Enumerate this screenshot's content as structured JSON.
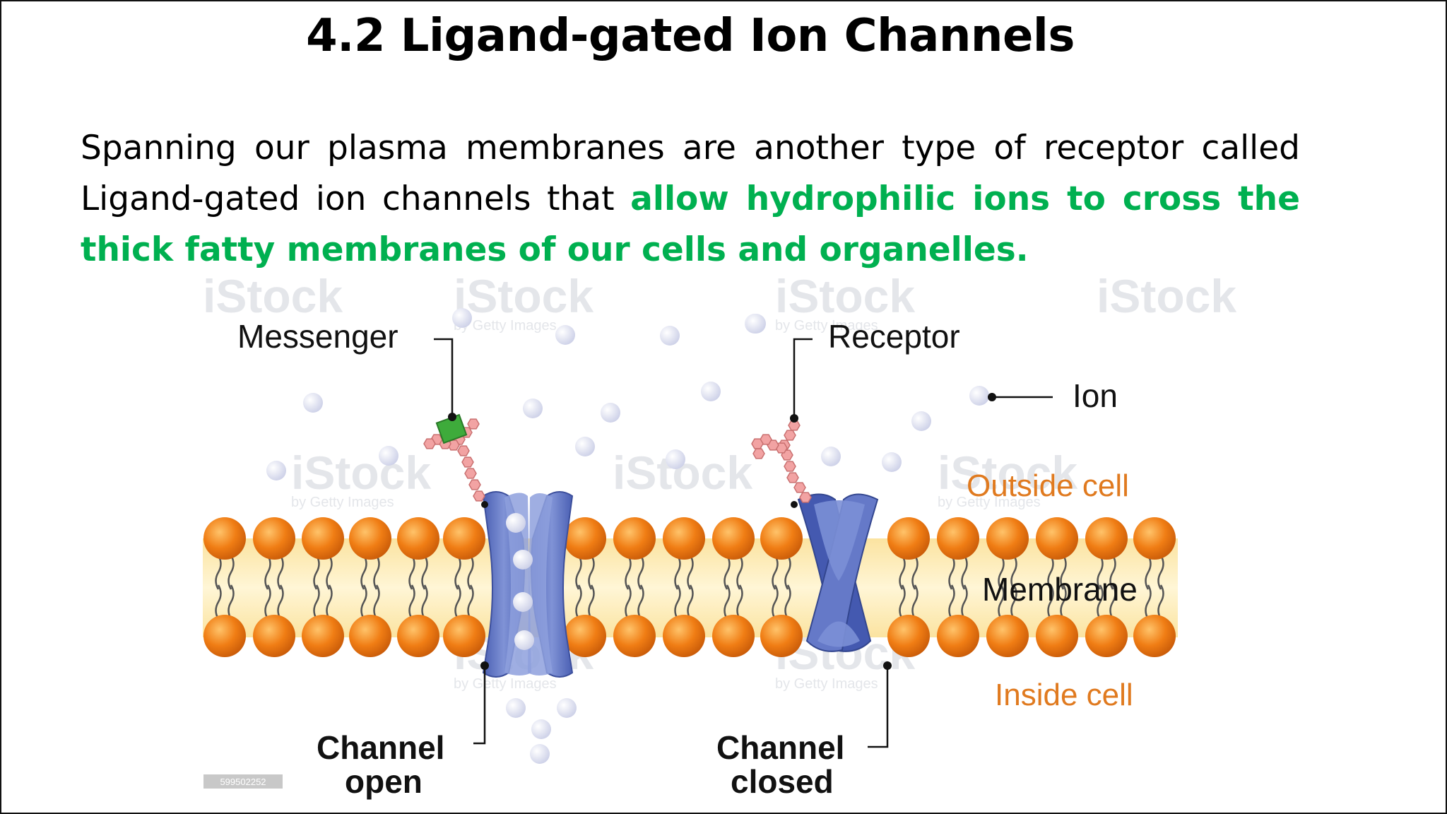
{
  "slide": {
    "title": "4.2  Ligand-gated Ion Channels",
    "body_plain": "Spanning our plasma membranes are another type of receptor called Ligand-gated ion channels that ",
    "body_highlight": "allow hydrophilic ions to cross the thick fatty membranes of our cells and organelles.",
    "highlight_color": "#00b050"
  },
  "diagram": {
    "labels": {
      "messenger": "Messenger",
      "receptor": "Receptor",
      "ion": "Ion",
      "outside_cell": "Outside cell",
      "membrane": "Membrane",
      "inside_cell": "Inside cell",
      "channel_open_line1": "Channel",
      "channel_open_line2": "open",
      "channel_closed_line1": "Channel",
      "channel_closed_line2": "closed"
    },
    "watermark": "iStock",
    "watermark_sub": "by Getty Images",
    "image_id_tag": "599502252",
    "colors": {
      "phospholipid_head": "#f07d14",
      "membrane_core": "#fbe6a6",
      "channel_protein": "#5f76c2",
      "receptor_chain": "#f2a3a3",
      "messenger": "#3eab3b",
      "ion": "#dfe2f2",
      "orange_label": "#e07a1f"
    }
  }
}
